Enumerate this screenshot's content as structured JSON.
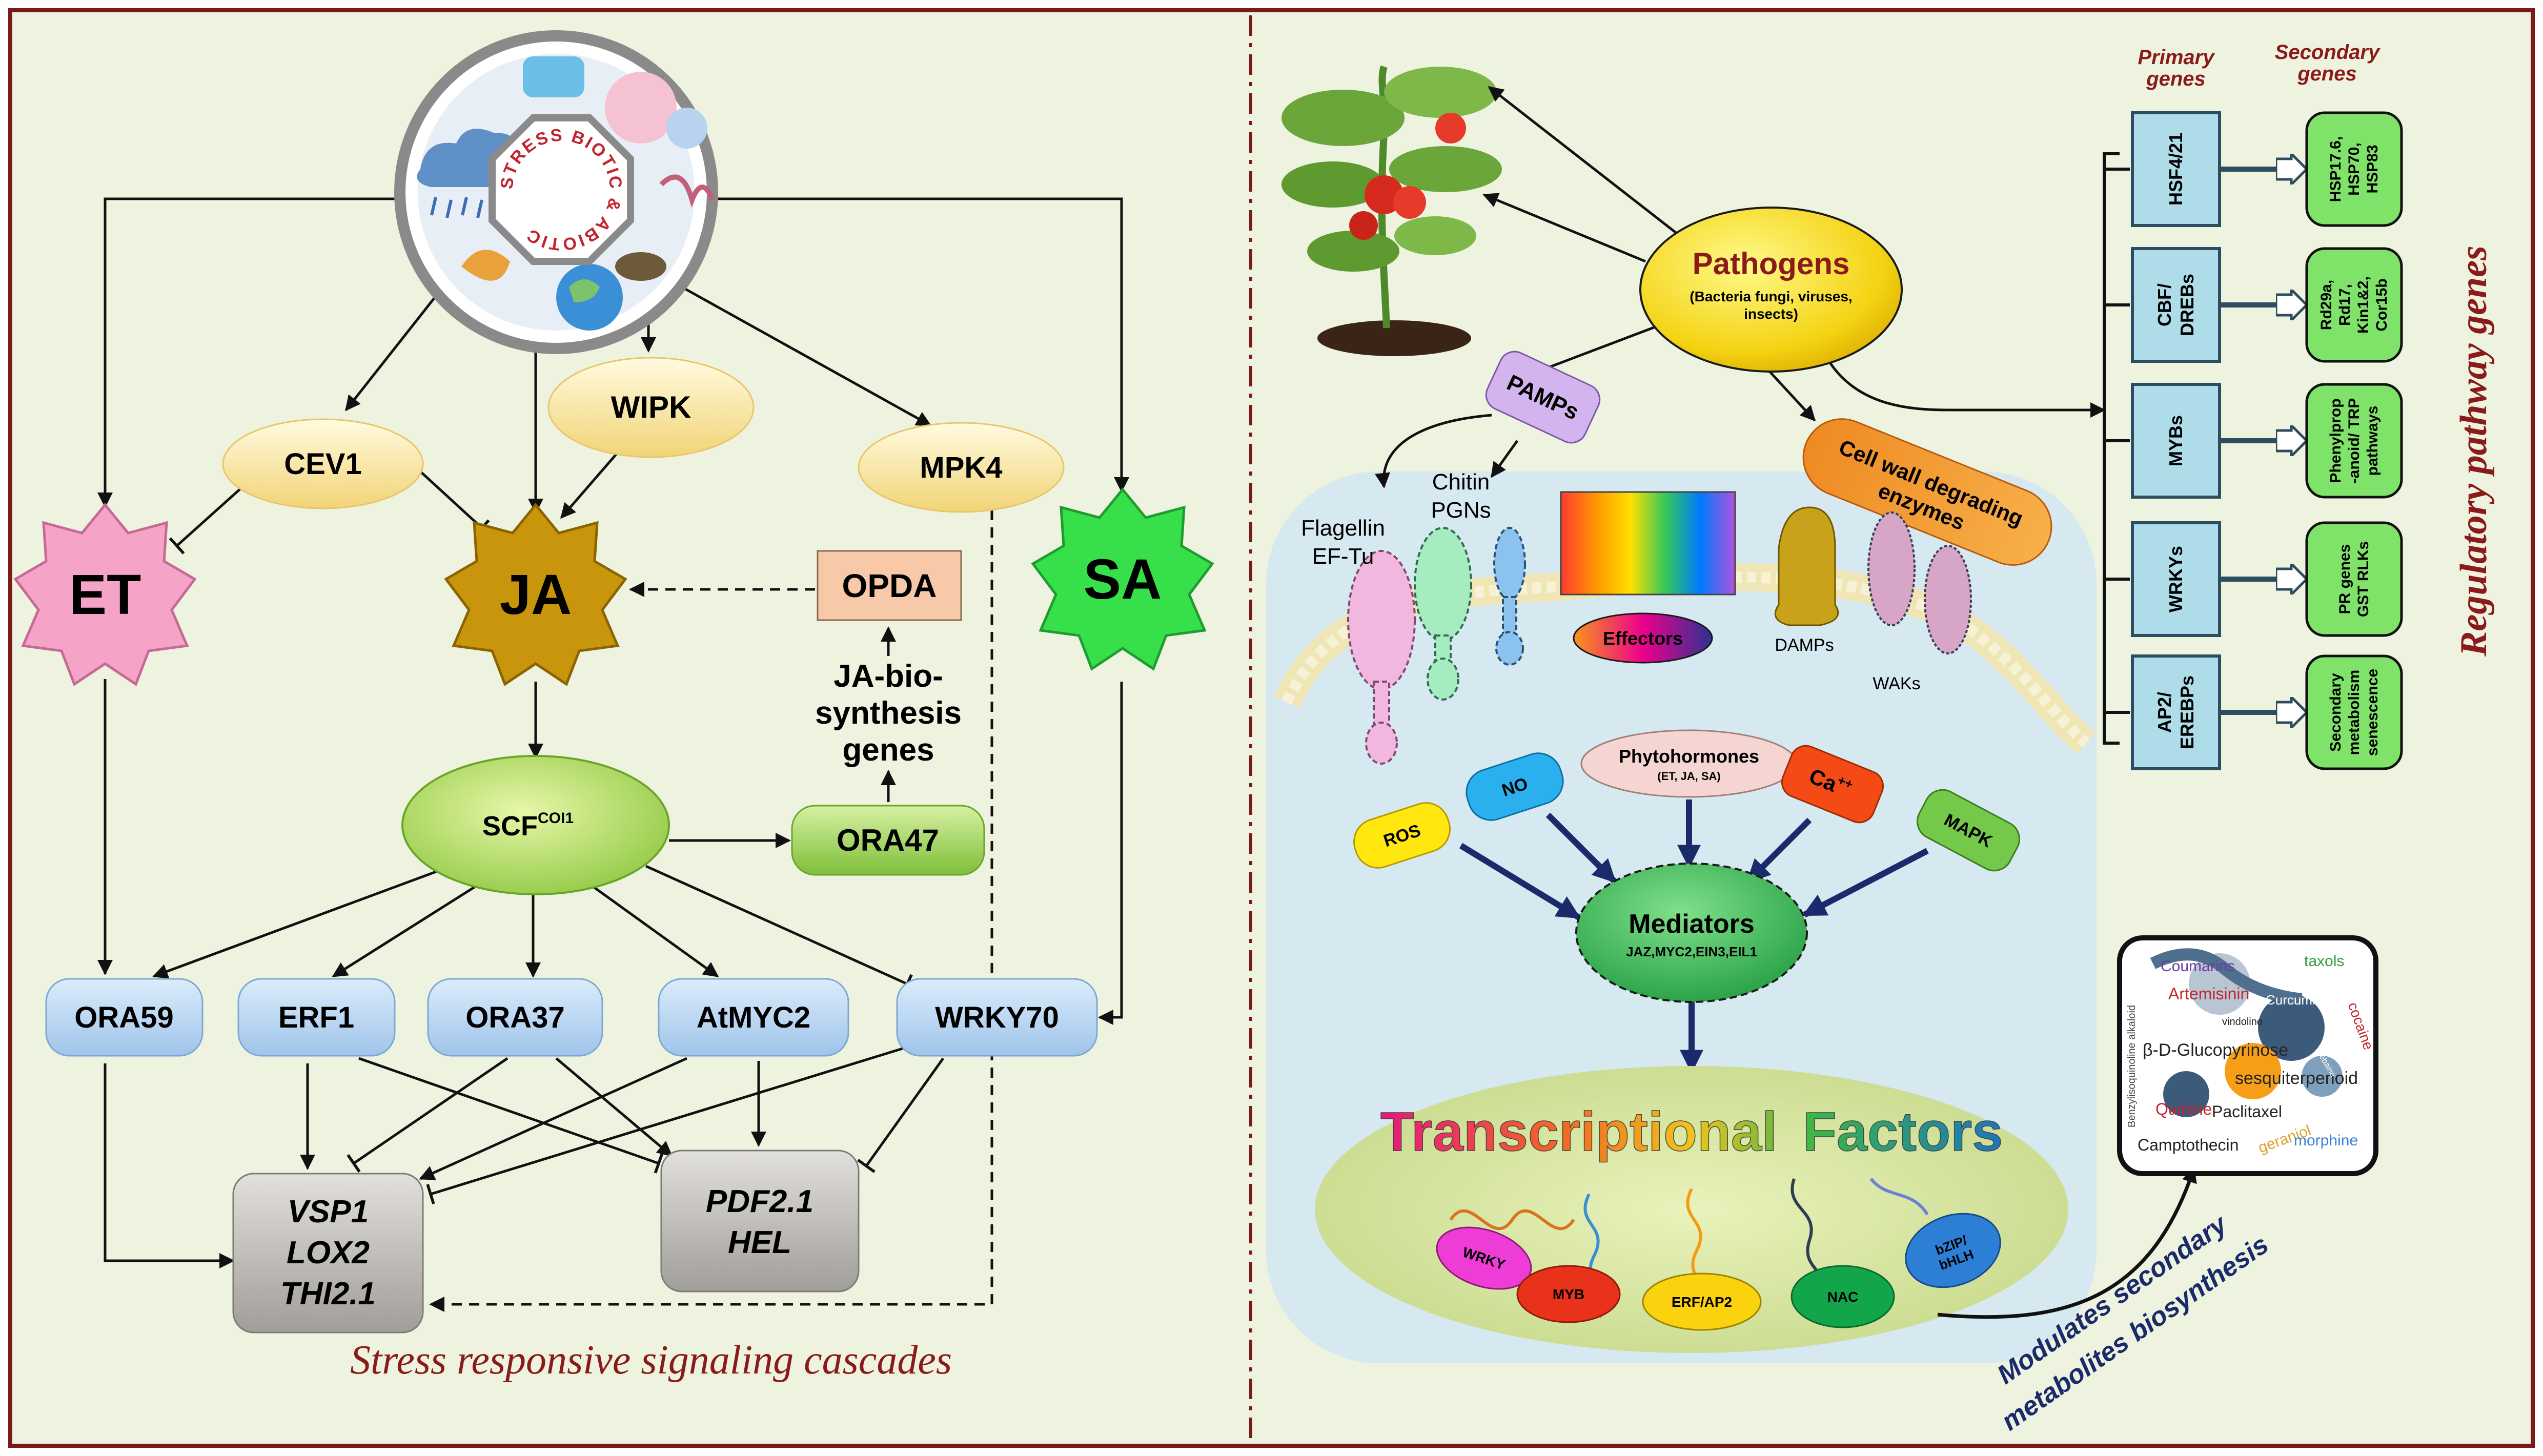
{
  "left_panel": {
    "caption": "Stress responsive signaling cascades",
    "stress_circle": {
      "text": "STRESS BIOTIC & ABIOTIC"
    },
    "nodes": {
      "cev1": "CEV1",
      "wipk": "WIPK",
      "mpk4": "MPK4",
      "et": "ET",
      "ja": "JA",
      "sa": "SA",
      "opda": "OPDA",
      "ja_bio_1": "JA-bio-",
      "ja_bio_2": "synthesis",
      "ja_bio_3": "genes",
      "scf": "SCF",
      "scf_sup": "COI1",
      "ora47": "ORA47",
      "ora59": "ORA59",
      "erf1": "ERF1",
      "ora37": "ORA37",
      "atmyc2": "AtMYC2",
      "wrky70": "WRKY70",
      "vsp1": "VSP1",
      "lox2": "LOX2",
      "thi21": "THI2.1",
      "pdf21": "PDF2.1",
      "hel": "HEL"
    }
  },
  "right_panel": {
    "pathogens": {
      "title": "Pathogens",
      "sub1": "(Bacteria fungi, viruses,",
      "sub2": "insects)"
    },
    "pamps": "PAMPs",
    "cell_wall_1": "Cell wall degrading",
    "cell_wall_2": "enzymes",
    "flagellin": "Flagellin",
    "eftu": "EF-Tu",
    "chitin": "Chitin",
    "pgns": "PGNs",
    "effectors": "Effectors",
    "damps": "DAMPs",
    "waks": "WAKs",
    "signals": {
      "ros": "ROS",
      "no": "NO",
      "phyto": "Phytohormones",
      "phyto_sub": "(ET, JA, SA)",
      "ca": "Ca",
      "ca_sup": "++",
      "mapk": "MAPK"
    },
    "mediators": {
      "title": "Mediators",
      "sub": "JAZ,MYC2,EIN3,EIL1"
    },
    "tf_title_1": "Transcriptional",
    "tf_title_2": "Factors",
    "tf_families": [
      "WRKY",
      "MYB",
      "ERF/AP2",
      "NAC",
      "bZIP/",
      "bHLH"
    ],
    "modulates_1": "Modulates secondary",
    "modulates_2": "metabolites biosynthesis",
    "metabolites": [
      "Coumarins",
      "taxols",
      "Artemisinin",
      "Curcumin",
      "vindoline",
      "cocaine",
      "β-D-Glucopyrinose",
      "sesquiterpenoid",
      "Benzylisoquinoline alkaloid",
      "Quinine",
      "Paclitaxel",
      "Camptothecin",
      "geraniol",
      "morphine",
      "Thebaine"
    ],
    "regulatory_title": "Regulatory pathway genes",
    "primary_header_1": "Primary",
    "primary_header_2": "genes",
    "secondary_header_1": "Secondary",
    "secondary_header_2": "genes",
    "gene_rows": [
      {
        "primary": [
          "HSF4/21"
        ],
        "secondary": [
          "HSP17.6,",
          "HSP70,",
          "HSP83"
        ]
      },
      {
        "primary": [
          "CBF/",
          "DREBs"
        ],
        "secondary": [
          "Rd29a,",
          "Rd17,",
          "Kin1&2,",
          "Cor15b"
        ]
      },
      {
        "primary": [
          "MYBs"
        ],
        "secondary": [
          "Phenylprop",
          "-anoid/ TRP",
          "pathways"
        ]
      },
      {
        "primary": [
          "WRKYs"
        ],
        "secondary": [
          "PR genes",
          "GST RLKs"
        ]
      },
      {
        "primary": [
          "AP2/",
          "EREBPs"
        ],
        "secondary": [
          "Secondary",
          "metabolism",
          "senescence"
        ]
      }
    ]
  },
  "colors": {
    "background": "#eef3e0",
    "border": "#7a1a1a",
    "caption": "#8b1a1a",
    "blue_box": "#bcd8f2",
    "grey_box": "#b8b6b2",
    "green_gene": "#7fe36a",
    "primary_box": "#aedce8"
  }
}
